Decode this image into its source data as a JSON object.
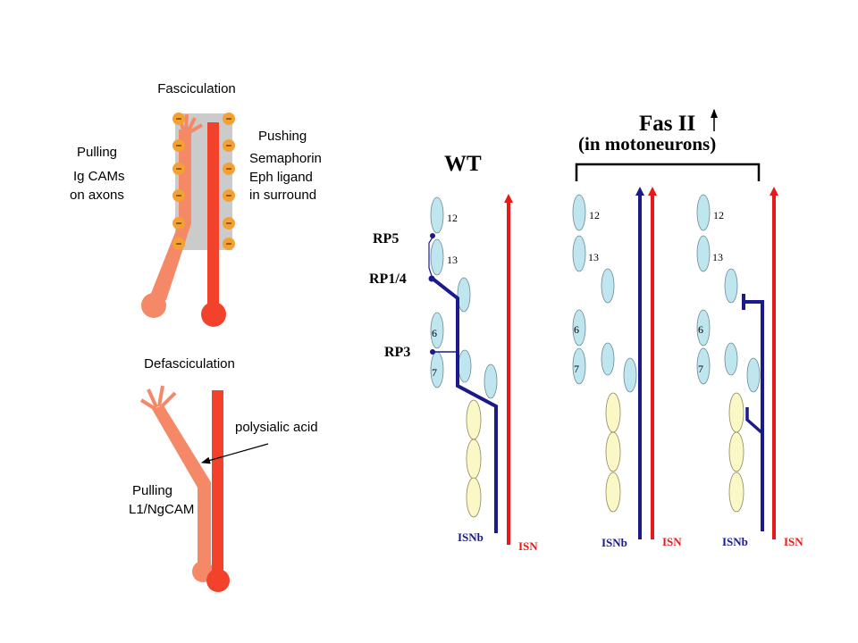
{
  "left_panel": {
    "top": {
      "title": "Fasciculation",
      "pulling_label": "Pulling",
      "pulling_lines": [
        "Ig CAMs",
        "on axons"
      ],
      "pushing_label": "Pushing",
      "pushing_lines": [
        "Semaphorin",
        "Eph ligand",
        "in surround"
      ],
      "charge_symbol": "−"
    },
    "bottom": {
      "title": "Defasciculation",
      "arrow_label": "polysialic acid",
      "pulling_lines": [
        "Pulling",
        "L1/NgCAM"
      ]
    }
  },
  "right_panel": {
    "wt_title": "WT",
    "fas_title": "Fas II",
    "fas_subtitle": "(in motoneurons)",
    "rp_labels": [
      "RP5",
      "RP1/4",
      "RP3"
    ],
    "muscle_numbers": [
      "12",
      "13",
      "6",
      "7"
    ],
    "isnb_label": "ISNb",
    "isn_label": "ISN"
  },
  "colors": {
    "isn_red": "#e8191a",
    "isnb_navy": "#1a1a8c",
    "muscle_blue": "#bfe6ef",
    "muscle_yellow": "#fbf8c8",
    "axon_dark": "#f2422b",
    "axon_light": "#f58866",
    "charge_orange": "#f5a032",
    "box_gray": "#cbcbcb"
  }
}
